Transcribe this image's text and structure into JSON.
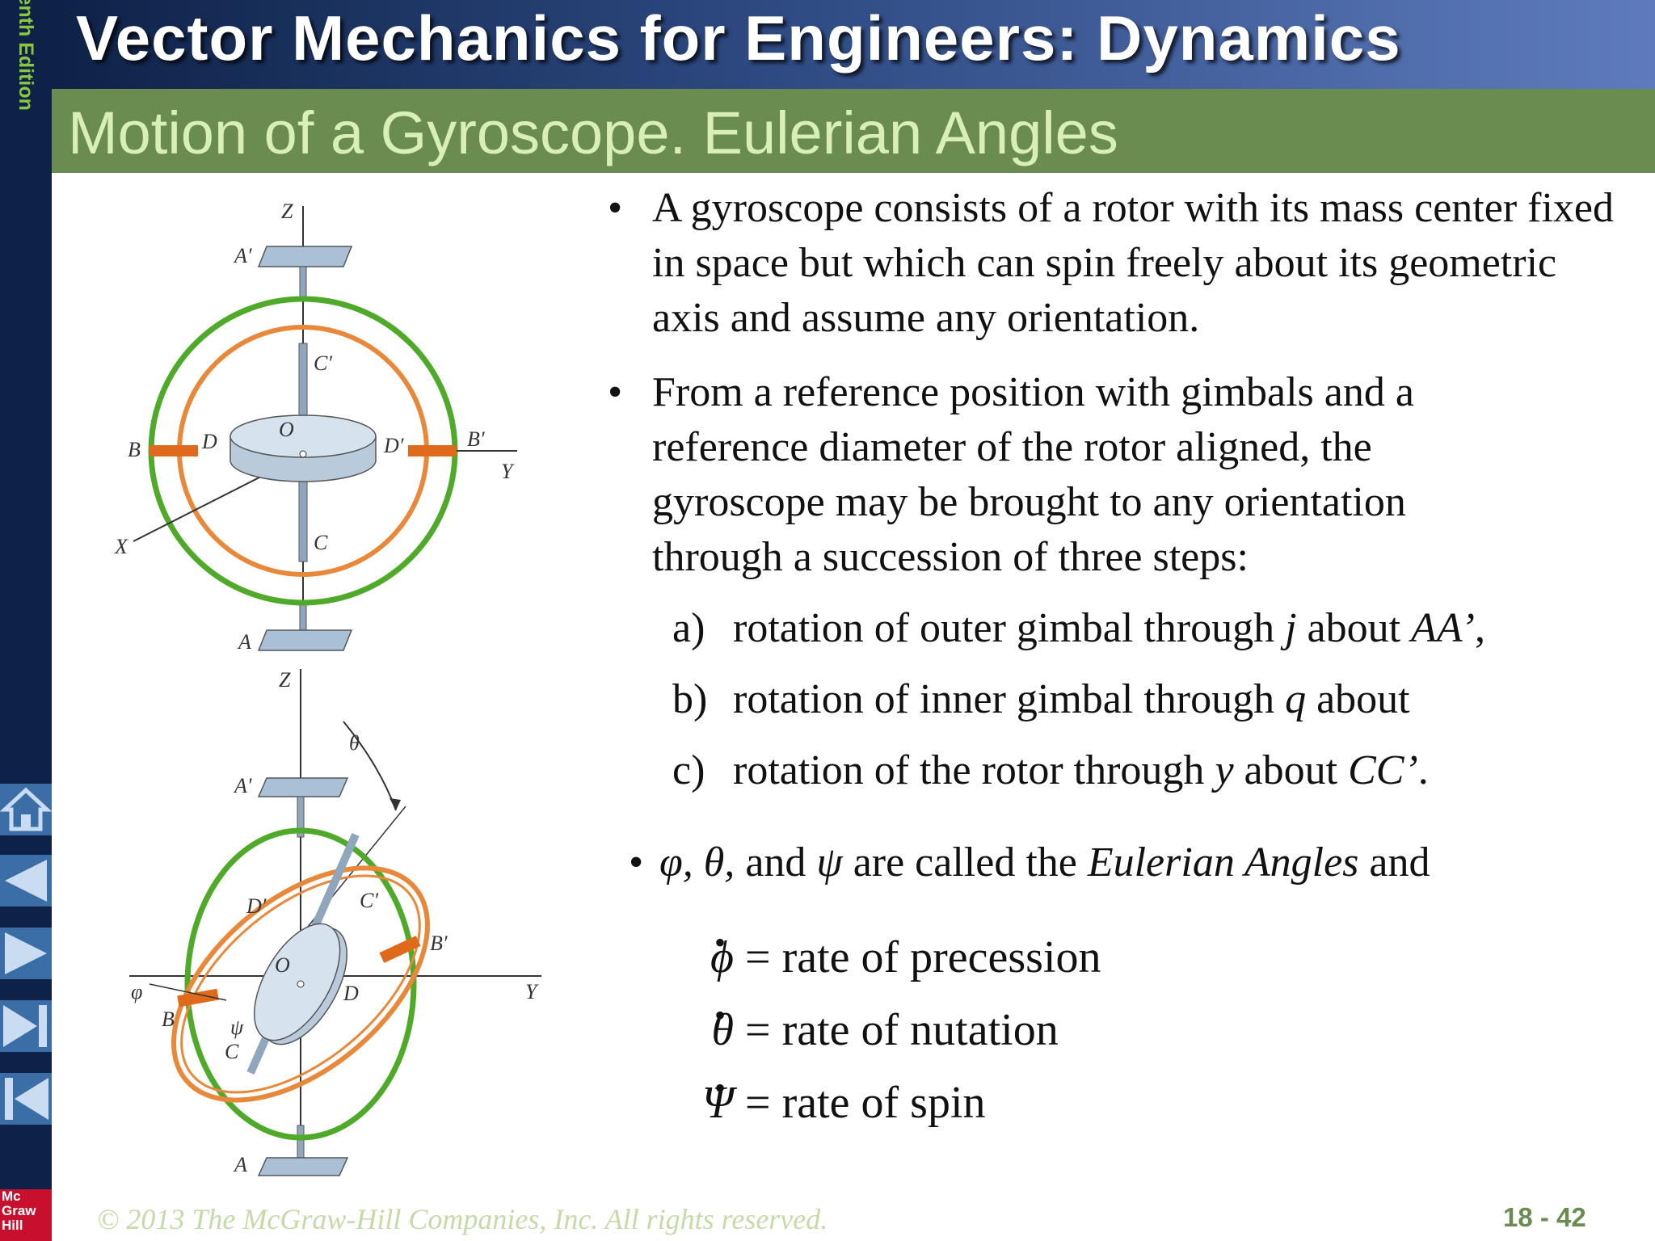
{
  "window": {
    "edition": "Tenth Edition",
    "book_title": "Vector Mechanics for Engineers: Dynamics",
    "slide_title": "Motion of a Gyroscope.  Eulerian Angles"
  },
  "bullets": [
    "A gyroscope consists of a rotor with its mass center fixed in space but which can spin freely about its geometric axis and assume any orientation.",
    "From a reference position with gimbals and a reference diameter of the rotor aligned, the gyroscope may be brought to any orientation through a succession of three steps:"
  ],
  "steps": [
    {
      "letter": "a)",
      "pre": "rotation of outer gimbal through ",
      "sym": "j",
      "mid": " about ",
      "axis": "AA’",
      "post": ","
    },
    {
      "letter": "b)",
      "pre": "rotation of inner gimbal through ",
      "sym": "q",
      "mid": " about",
      "axis": "",
      "post": ""
    },
    {
      "letter": "c)",
      "pre": "rotation of the rotor through ",
      "sym": "y",
      "mid": " about ",
      "axis": "CC’",
      "post": "."
    }
  ],
  "euler": {
    "symbols": "φ, θ,",
    "and": " and ",
    "psi": "ψ",
    "middle": " are called the ",
    "term": "Eulerian Angles",
    "end": " and"
  },
  "rates": [
    {
      "symbol": "ϕ",
      "dot": "•",
      "eq": "=",
      "text": "rate of precession"
    },
    {
      "symbol": "θ",
      "dot": "•",
      "eq": "=",
      "text": "rate of nutation"
    },
    {
      "symbol": "Ψ",
      "dot": "•",
      "eq": "=",
      "text": "rate of spin"
    }
  ],
  "figure_labels": {
    "top": {
      "z": "Z",
      "a_prime": "A′",
      "c_prime": "C′",
      "b": "B",
      "d": "D",
      "o": "O",
      "d_prime": "D′",
      "b_prime": "B′",
      "y": "Y",
      "x": "X",
      "c": "C",
      "a": "A"
    },
    "bottom": {
      "z": "Z",
      "theta": "θ",
      "a_prime": "A′",
      "d_prime": "D′",
      "c_prime": "C′",
      "b_prime": "B′",
      "o": "O",
      "d": "D",
      "y": "Y",
      "phi": "φ",
      "b": "B",
      "psi": "ψ",
      "c": "C",
      "a": "A"
    }
  },
  "footer": {
    "copyright": "© 2013 The McGraw-Hill Companies, Inc. All rights reserved.",
    "page": "18 - 42"
  },
  "logo": [
    "Mc",
    "Graw",
    "Hill"
  ],
  "nav_icons": [
    "home-icon",
    "previous-icon",
    "next-icon",
    "last-icon",
    "first-icon"
  ],
  "colors": {
    "sidebar": "#0e2247",
    "subheader": "#6a8c51",
    "title_green": "#d9efb9",
    "edition_green": "#8cc63f",
    "outer_gimbal": "#4faa2a",
    "inner_gimbal": "#e8883a"
  }
}
